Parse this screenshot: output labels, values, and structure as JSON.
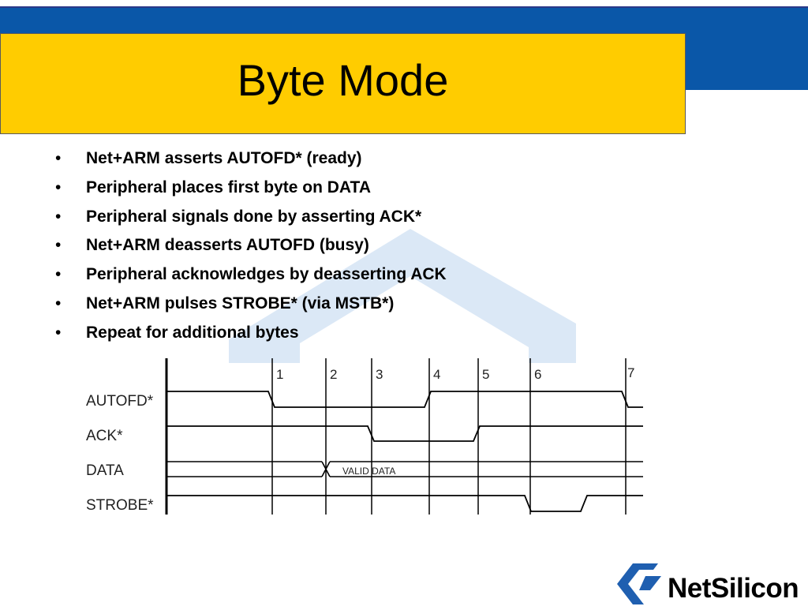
{
  "slide": {
    "title": "Byte Mode",
    "bullet_char": "•",
    "bullets": [
      "Net+ARM asserts AUTOFD* (ready)",
      "Peripheral places first byte on DATA",
      "Peripheral signals done by asserting ACK*",
      "Net+ARM deasserts AUTOFD (busy)",
      "Peripheral acknowledges by deasserting ACK",
      "Net+ARM pulses STROBE* (via MSTB*)",
      "Repeat for additional bytes"
    ]
  },
  "timing_diagram": {
    "markers": [
      "1",
      "2",
      "3",
      "4",
      "5",
      "6",
      "7"
    ],
    "signals": [
      "AUTOFD*",
      "ACK*",
      "DATA",
      "STROBE*"
    ],
    "data_label": "VALID DATA"
  },
  "logo": {
    "text": "NetSilicon"
  },
  "colors": {
    "band": "#0a57a8",
    "title_box": "#ffcc00",
    "watermark": "#dbe8f6",
    "logo_blue": "#1f5fb0"
  }
}
